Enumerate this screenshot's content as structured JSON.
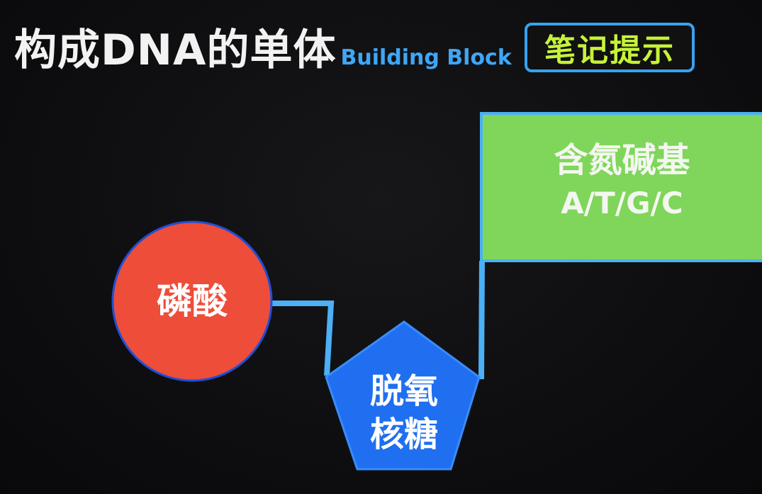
{
  "title": {
    "main": "构成DNA的单体",
    "subtitle": "Building Block"
  },
  "note_badge": {
    "label": "笔记提示"
  },
  "nodes": {
    "phosphate": {
      "label": "磷酸",
      "color": "#ee4d3a"
    },
    "sugar": {
      "label_line1": "脱氧",
      "label_line2": "核糖",
      "color": "#1f6ff0"
    },
    "base": {
      "label_line1": "含氮碱基",
      "label_line2": "A/T/G/C",
      "color": "#7fd65a"
    }
  },
  "colors": {
    "background": "#0e0e10",
    "connector": "#4bb0f5",
    "title_text": "#f2f2f2",
    "subtitle_text": "#3fa6f5",
    "badge_border": "#36a3f0",
    "badge_text": "#c6f23a"
  }
}
